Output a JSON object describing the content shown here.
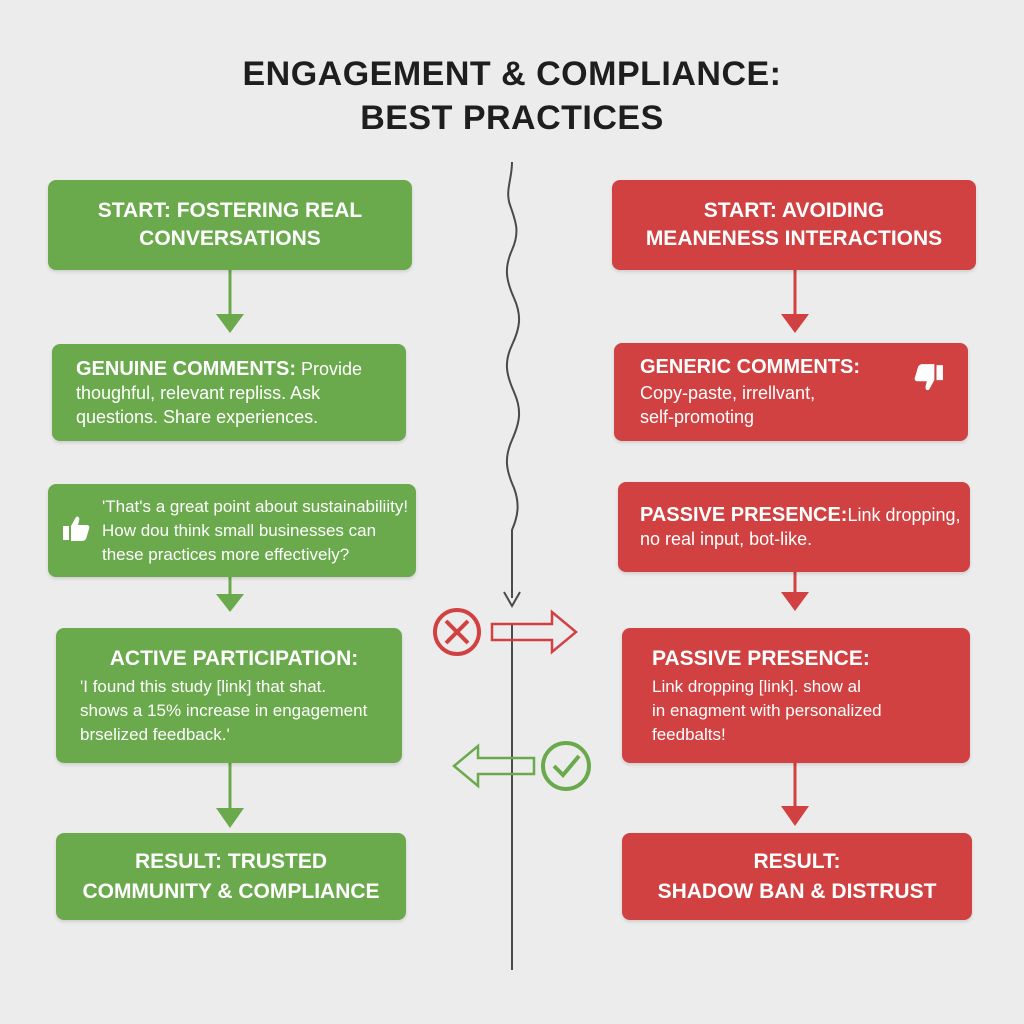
{
  "title": {
    "line1": "ENGAGEMENT & COMPLIANCE:",
    "line2": "BEST PRACTICES"
  },
  "left": {
    "start": {
      "line1": "START: FOSTERING REAL",
      "line2": "CONVERSATIONS"
    },
    "genuine": {
      "heading": "GENUINE COMMENTS:",
      "text1": " Provide",
      "text2": "thoughful, relevant repliss. Ask",
      "text3": "questions. Share experiences."
    },
    "quote": {
      "line1": "'That's a great point about sustainabiliity!",
      "line2": "How dou think small businesses can",
      "line3": "these practices more effectively?"
    },
    "active": {
      "heading": "ACTIVE PARTICIPATION:",
      "line1": "'I found this study [link] that shat.",
      "line2": "shows a 15% increase in engagement",
      "line3": "brselized feedback.'"
    },
    "result": {
      "line1": "RESULT: TRUSTED",
      "line2": "COMMUNITY & COMPLIANCE"
    }
  },
  "right": {
    "start": {
      "line1": "START: AVOIDING",
      "line2": "MEANENESS INTERACTIONS"
    },
    "generic": {
      "heading": "GENERIC COMMENTS:",
      "line1": "Copy-paste, irrellvant,",
      "line2": "self-promoting"
    },
    "passive1": {
      "heading": "PASSIVE PRESENCE:",
      "text1": "Link dropping,",
      "line2": "no real input, bot-like."
    },
    "passive2": {
      "heading": "PASSIVE PRESENCE:",
      "line1": "Link dropping [link]. show al",
      "line2": "in enagment with personalized",
      "line3": "feedbalts!"
    },
    "result": {
      "line1": "RESULT:",
      "line2": "SHADOW BAN & DISTRUST"
    }
  },
  "colors": {
    "green": "#6aaa4d",
    "red": "#d24141",
    "divider": "#4a4a4a"
  },
  "icons": {
    "thumbs_up": "thumbs-up-icon",
    "thumbs_down": "thumbs-down-icon",
    "cross": "cross-circle-icon",
    "check": "check-circle-icon"
  }
}
